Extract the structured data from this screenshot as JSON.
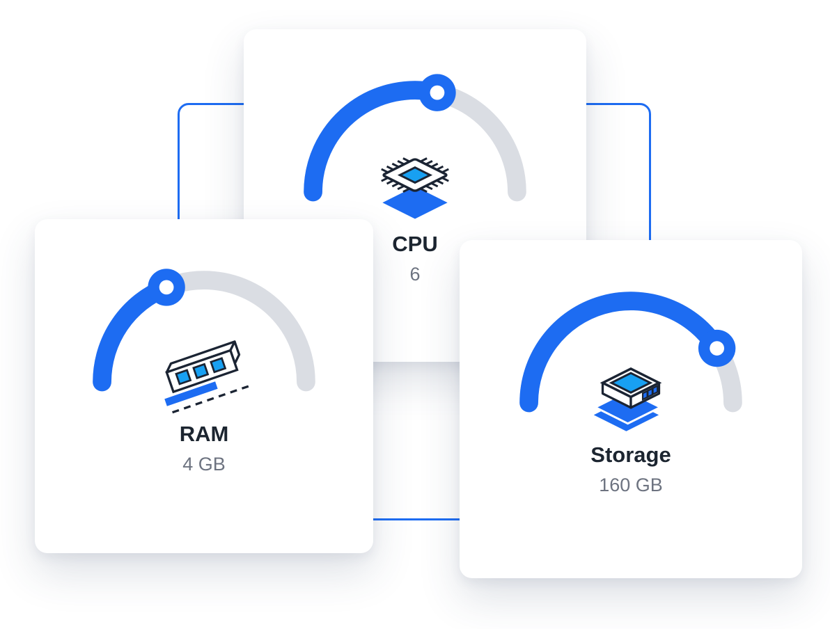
{
  "cards": [
    {
      "id": "cpu",
      "label": "CPU",
      "value": "6",
      "gauge_percent": 57,
      "icon": "cpu-chip-icon"
    },
    {
      "id": "ram",
      "label": "RAM",
      "value": "4 GB",
      "gauge_percent": 38,
      "icon": "ram-module-icon"
    },
    {
      "id": "storage",
      "label": "Storage",
      "value": "160 GB",
      "gauge_percent": 82,
      "icon": "storage-drive-icon"
    }
  ],
  "colors": {
    "accent": "#1d6cf2",
    "chip": "#18a0f2",
    "track": "#dadde3",
    "ink": "#1b2433",
    "label_text": "#1c2530",
    "value_text": "#6d7380"
  }
}
